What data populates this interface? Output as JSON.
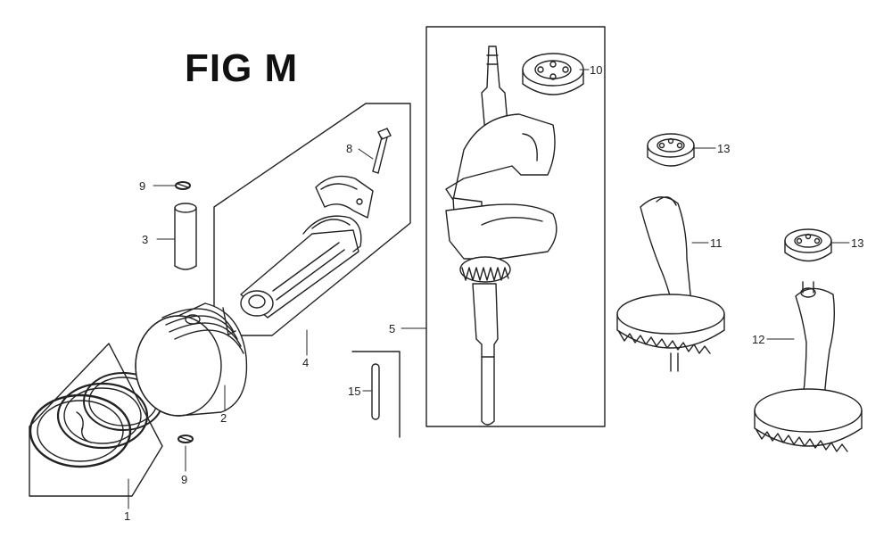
{
  "figure": {
    "title": "FIG M"
  },
  "callouts": [
    {
      "id": "p1",
      "number": "1"
    },
    {
      "id": "p2",
      "number": "2"
    },
    {
      "id": "p3",
      "number": "3"
    },
    {
      "id": "p4",
      "number": "4"
    },
    {
      "id": "p5",
      "number": "5"
    },
    {
      "id": "p8",
      "number": "8"
    },
    {
      "id": "p9a",
      "number": "9"
    },
    {
      "id": "p9b",
      "number": "9"
    },
    {
      "id": "p10",
      "number": "10"
    },
    {
      "id": "p11",
      "number": "11"
    },
    {
      "id": "p12",
      "number": "12"
    },
    {
      "id": "p13a",
      "number": "13"
    },
    {
      "id": "p13b",
      "number": "13"
    },
    {
      "id": "p15",
      "number": "15"
    }
  ]
}
